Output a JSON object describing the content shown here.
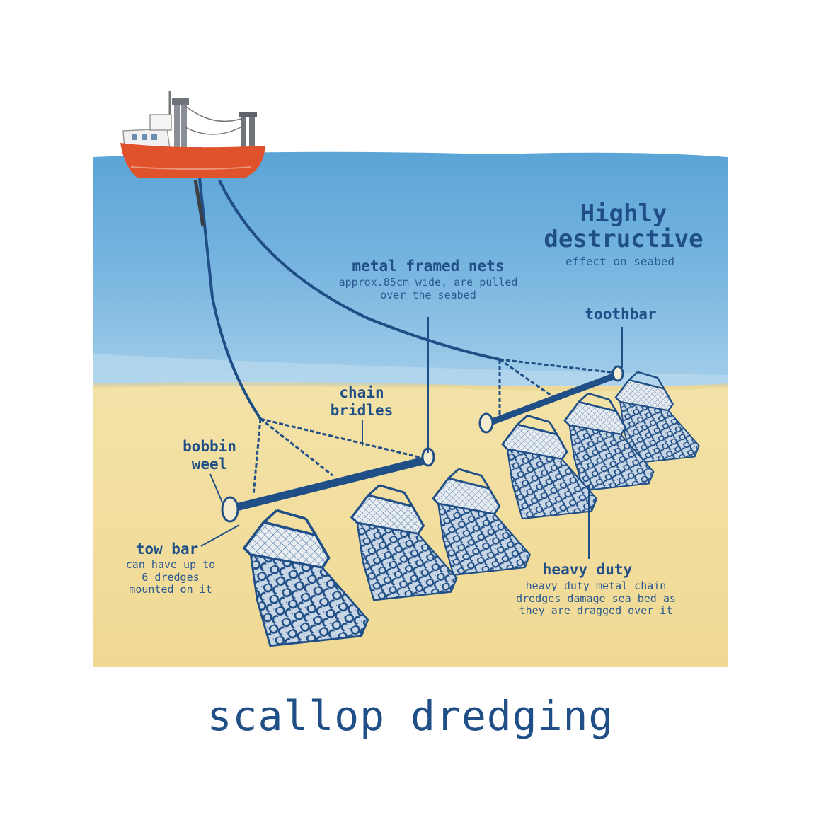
{
  "title": "scallop dredging",
  "headline": {
    "main": "Highly\ndestructive",
    "sub": "effect on seabed"
  },
  "labels": {
    "metal_nets": {
      "title": "metal framed nets",
      "desc": "approx.85cm wide, are pulled\nover the seabed"
    },
    "toothbar": {
      "title": "toothbar"
    },
    "chain_bridles": {
      "title": "chain\nbridles"
    },
    "bobbin_weel": {
      "title": "bobbin\nweel"
    },
    "tow_bar": {
      "title": "tow bar",
      "desc": "can have up to\n6 dredges\nmounted on it"
    },
    "heavy_duty": {
      "title": "heavy duty",
      "desc": "heavy duty metal chain\ndredges damage sea bed as\nthey are dragged over it"
    }
  },
  "colors": {
    "ink": "#1f4f86",
    "sea_top": "#6fb0dc",
    "sea_bottom": "#9fcbea",
    "sand": "#f2dfa2",
    "boat_hull": "#e0522b"
  }
}
